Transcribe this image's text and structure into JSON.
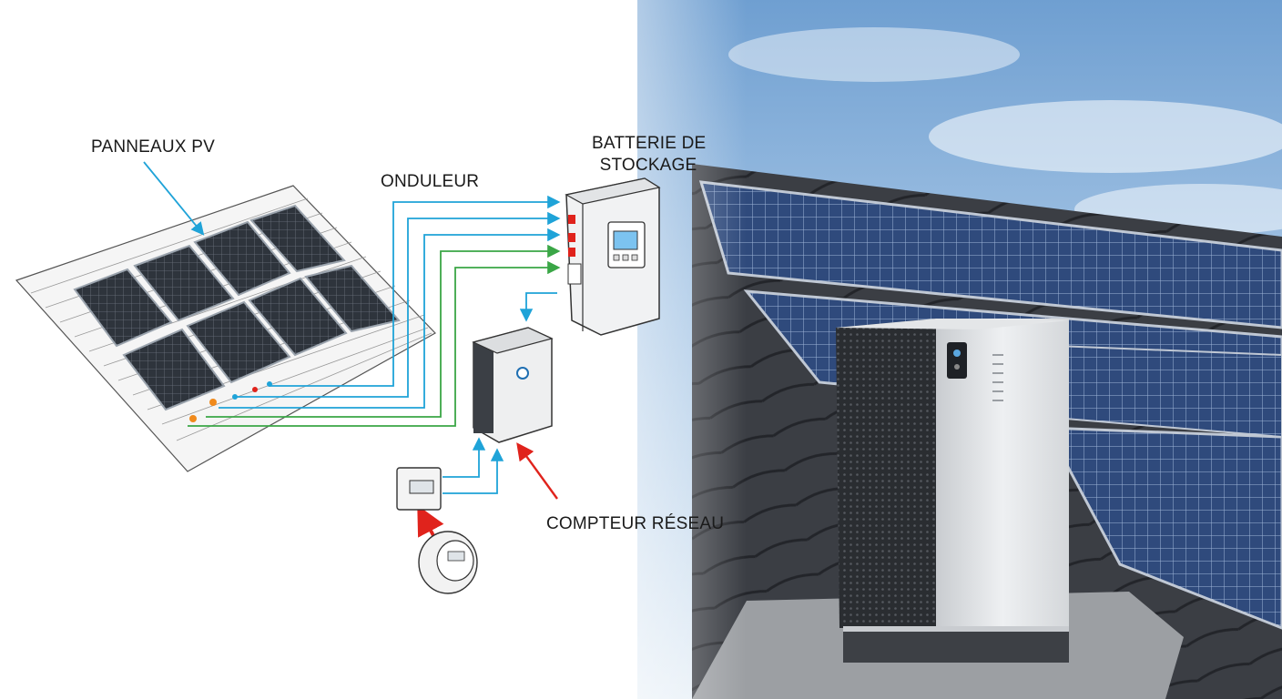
{
  "labels": {
    "pv_panels": "PANNEAUX PV",
    "inverter": "ONDULEUR",
    "battery_line1": "BATTERIE DE",
    "battery_line2": "STOCKAGE",
    "grid_meter": "COMPTEUR RÉSEAU"
  },
  "colors": {
    "sky_top": "#7fa9d6",
    "sky_bottom": "#e9f1f8",
    "wire_blue": "#1fa3d8",
    "wire_green": "#3aa646",
    "arrow_red": "#e0231c",
    "panel_dark": "#2b3340",
    "panel_photo": "#28406e",
    "roof_tile": "#3a3d42",
    "unit_body": "#d9dcdf",
    "unit_grille": "#2a2d31",
    "lcd": "#7cc3f0"
  },
  "icons": [
    "solar-panel-icon",
    "inverter-icon",
    "battery-icon",
    "meter-icon",
    "grid-meter-icon"
  ]
}
